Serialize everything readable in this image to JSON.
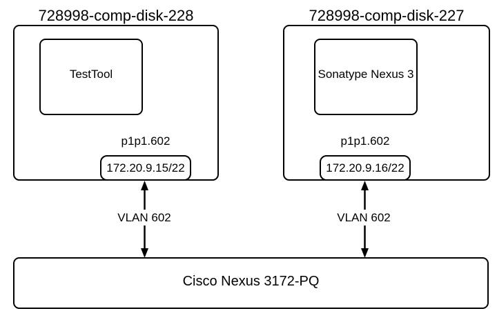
{
  "diagram": {
    "background_color": "#ffffff",
    "stroke_color": "#000000",
    "text_color": "#000000",
    "hosts": [
      {
        "title": "728998-comp-disk-228",
        "app": "TestTool",
        "interface": "p1p1.602",
        "ip": "172.20.9.15/22",
        "link_label": "VLAN 602"
      },
      {
        "title": "728998-comp-disk-227",
        "app": "Sonatype Nexus 3",
        "interface": "p1p1.602",
        "ip": "172.20.9.16/22",
        "link_label": "VLAN 602"
      }
    ],
    "switch": {
      "label": "Cisco Nexus 3172-PQ"
    }
  }
}
